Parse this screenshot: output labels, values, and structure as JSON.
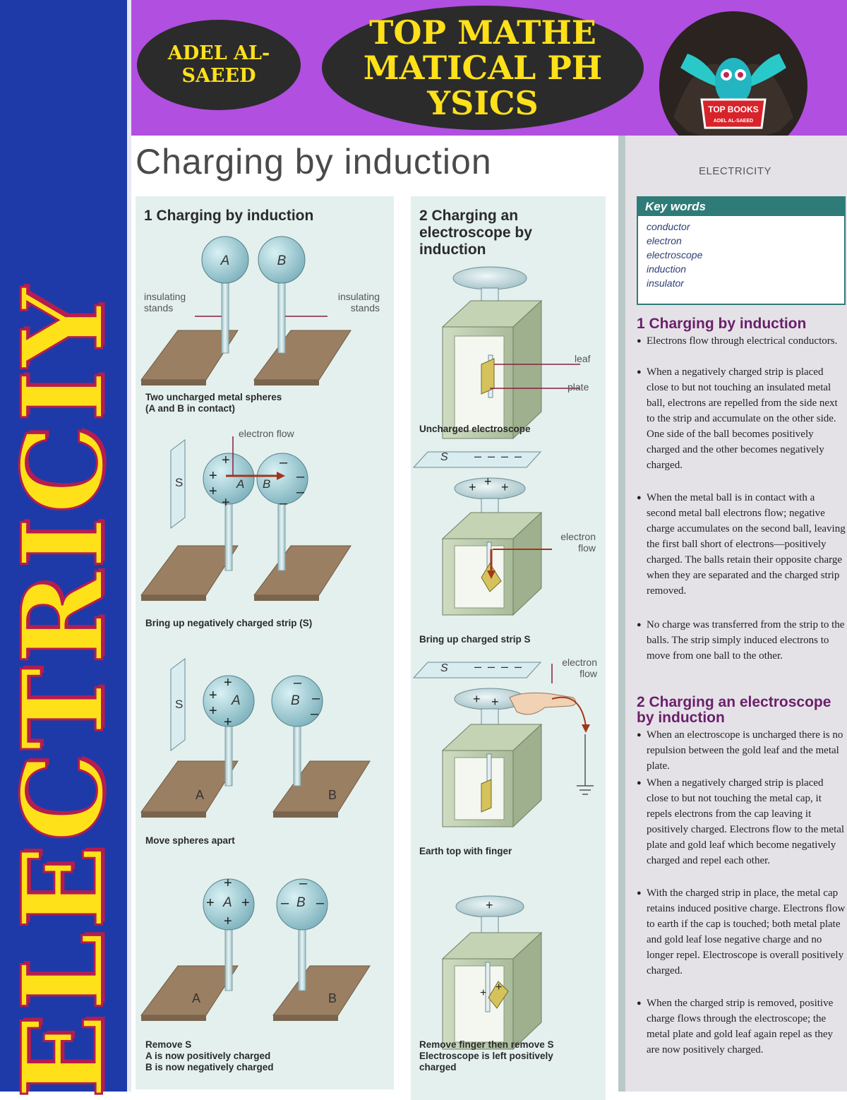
{
  "sidebar": {
    "title": "ELECTRICIY"
  },
  "banner": {
    "author": "ADEL AL-SAEED",
    "title": "TOP MATHEMATICAL PHYSICS",
    "logo_line1": "TOP BOOKS",
    "logo_line2": "ADEL AL-SAEED"
  },
  "page_title": "Charging by induction",
  "panel1": {
    "title": "1 Charging by induction",
    "label_insulating": "insulating stands",
    "label_electron_flow": "electron flow",
    "captions": [
      "Two uncharged metal spheres\n(A and B in contact)",
      "Bring up negatively charged strip (S)",
      "Move spheres apart",
      "Remove S\nA is now positively charged\nB is now negatively charged"
    ]
  },
  "panel2": {
    "title": "2 Charging an electroscope by induction",
    "label_leaf": "leaf",
    "label_plate": "plate",
    "label_electron_flow": "electron flow",
    "captions": [
      "Uncharged electroscope",
      "Bring up charged strip S",
      "Earth top with finger",
      "Remove finger then remove S\nElectroscope is left positively\ncharged"
    ]
  },
  "right": {
    "header": "ELECTRICITY",
    "key_words_title": "Key words",
    "key_words": [
      "conductor",
      "electron",
      "electroscope",
      "induction",
      "insulator"
    ],
    "section1_title": "1 Charging by induction",
    "section1_bullets": [
      "Electrons flow through electrical conductors.",
      "When a negatively charged strip is placed close to but not touching an insulated metal ball, electrons are repelled from the side next to the strip and accumulate on the other side. One side of the ball becomes positively charged and the other becomes negatively charged.",
      "When the metal ball is in contact with a second metal ball electrons flow; negative charge accumulates on the second ball, leaving the first ball short of electrons—positively charged. The balls retain their opposite charge when they are separated and the charged strip removed.",
      "No charge was transferred from the strip to the balls. The strip simply induced electrons to move from one ball to the other."
    ],
    "section2_title": "2 Charging an electroscope by induction",
    "section2_bullets": [
      "When an electroscope is uncharged there is no repulsion between the gold leaf and the metal plate.",
      "When a negatively charged strip is placed close to but not touching the metal cap, it repels electrons from the cap leaving it positively charged. Electrons flow to the metal plate and gold leaf which become negatively charged and repel each other.",
      "With the charged strip in place, the metal cap retains induced positive charge. Electrons flow to earth if the cap is touched; both metal plate and gold leaf lose negative charge and no longer repel. Electroscope is overall positively charged.",
      "When the charged strip is removed, positive charge flows through the electroscope; the metal plate and gold leaf again repel as they are now positively charged."
    ]
  },
  "diagram": {
    "sphere_a": "A",
    "sphere_b": "B",
    "strip": "S",
    "plus": "+",
    "minus": "–",
    "strip_minus": "– – – –"
  },
  "colors": {
    "sidebar": "#1e3aa8",
    "banner": "#b14fe0",
    "accent_yellow": "#ffe11a",
    "panel": "#e3f0ee",
    "section_heading": "#6a1f6b"
  }
}
